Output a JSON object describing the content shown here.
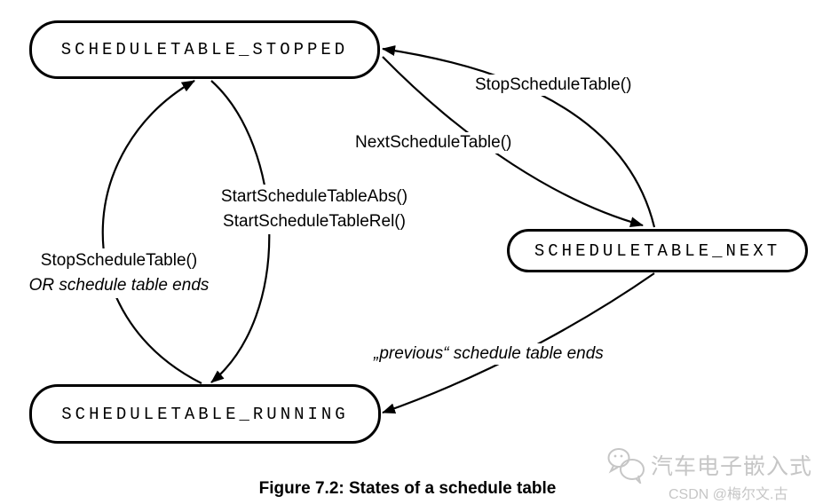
{
  "diagram": {
    "states": [
      {
        "id": "stopped",
        "label": "SCHEDULETABLE_STOPPED"
      },
      {
        "id": "next",
        "label": "SCHEDULETABLE_NEXT"
      },
      {
        "id": "running",
        "label": "SCHEDULETABLE_RUNNING"
      }
    ],
    "transitions": [
      {
        "from": "SCHEDULETABLE_NEXT",
        "to": "SCHEDULETABLE_STOPPED",
        "trigger": "StopScheduleTable()"
      },
      {
        "from": "SCHEDULETABLE_STOPPED",
        "to": "SCHEDULETABLE_NEXT",
        "trigger": "NextScheduleTable()"
      },
      {
        "from": "SCHEDULETABLE_STOPPED",
        "to": "SCHEDULETABLE_RUNNING",
        "trigger_lines": [
          "StartScheduleTableAbs()",
          "StartScheduleTableRel()"
        ]
      },
      {
        "from": "SCHEDULETABLE_RUNNING",
        "to": "SCHEDULETABLE_STOPPED",
        "trigger_lines": [
          "StopScheduleTable()",
          "OR schedule table ends"
        ]
      },
      {
        "from": "SCHEDULETABLE_NEXT",
        "to": "SCHEDULETABLE_RUNNING",
        "trigger": "„previous“ schedule table ends"
      }
    ]
  },
  "caption": "Figure 7.2: States of a schedule table",
  "watermark": {
    "brand": "汽车电子嵌入式",
    "credit": "CSDN @梅尔文.古",
    "icon": "wechat-chat-bubbles"
  },
  "colors": {
    "line": "#000000",
    "background": "#ffffff",
    "watermark_gray": "#c6c6c6"
  }
}
